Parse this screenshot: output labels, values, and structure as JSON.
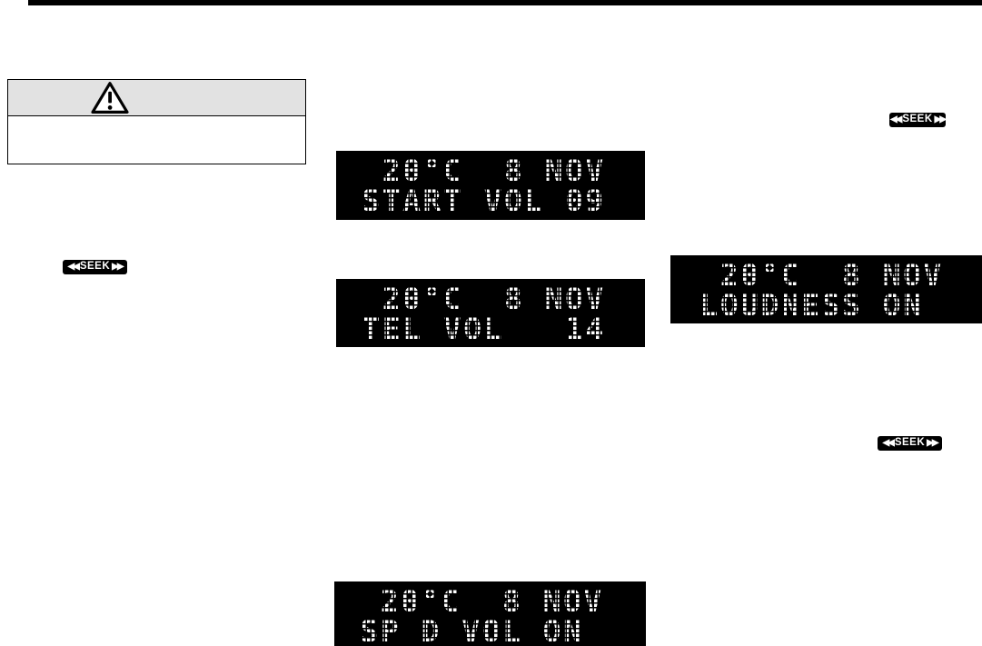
{
  "page": {
    "kind": "owners-manual-scan",
    "background_color": "#ffffff",
    "top_rule_color": "#000000"
  },
  "warning_box": {
    "icon": "warning-triangle",
    "header_bg": "#e2e2e2",
    "border_color": "#000000",
    "body_text": ""
  },
  "seek_button": {
    "left_arrows": "◀◀",
    "label": "SEEK",
    "right_arrows": "▶▶",
    "bg": "#000000",
    "fg": "#ffffff",
    "count": 3
  },
  "displays": [
    {
      "name": "start-volume",
      "line1": "  20°C  8 NOV",
      "line2": " START VOL 09"
    },
    {
      "name": "telephone-volume",
      "line1": "  20°C  8 NOV",
      "line2": " TEL VOL   14"
    },
    {
      "name": "loudness",
      "line1": "  20°C  8 NOV",
      "line2": " LOUDNESS ON"
    },
    {
      "name": "speed-volume",
      "line1": "  20°C  8 NOV",
      "line2": " SP D VOL ON"
    }
  ],
  "display_style": {
    "bg": "#000000",
    "fg": "#ffffff"
  }
}
